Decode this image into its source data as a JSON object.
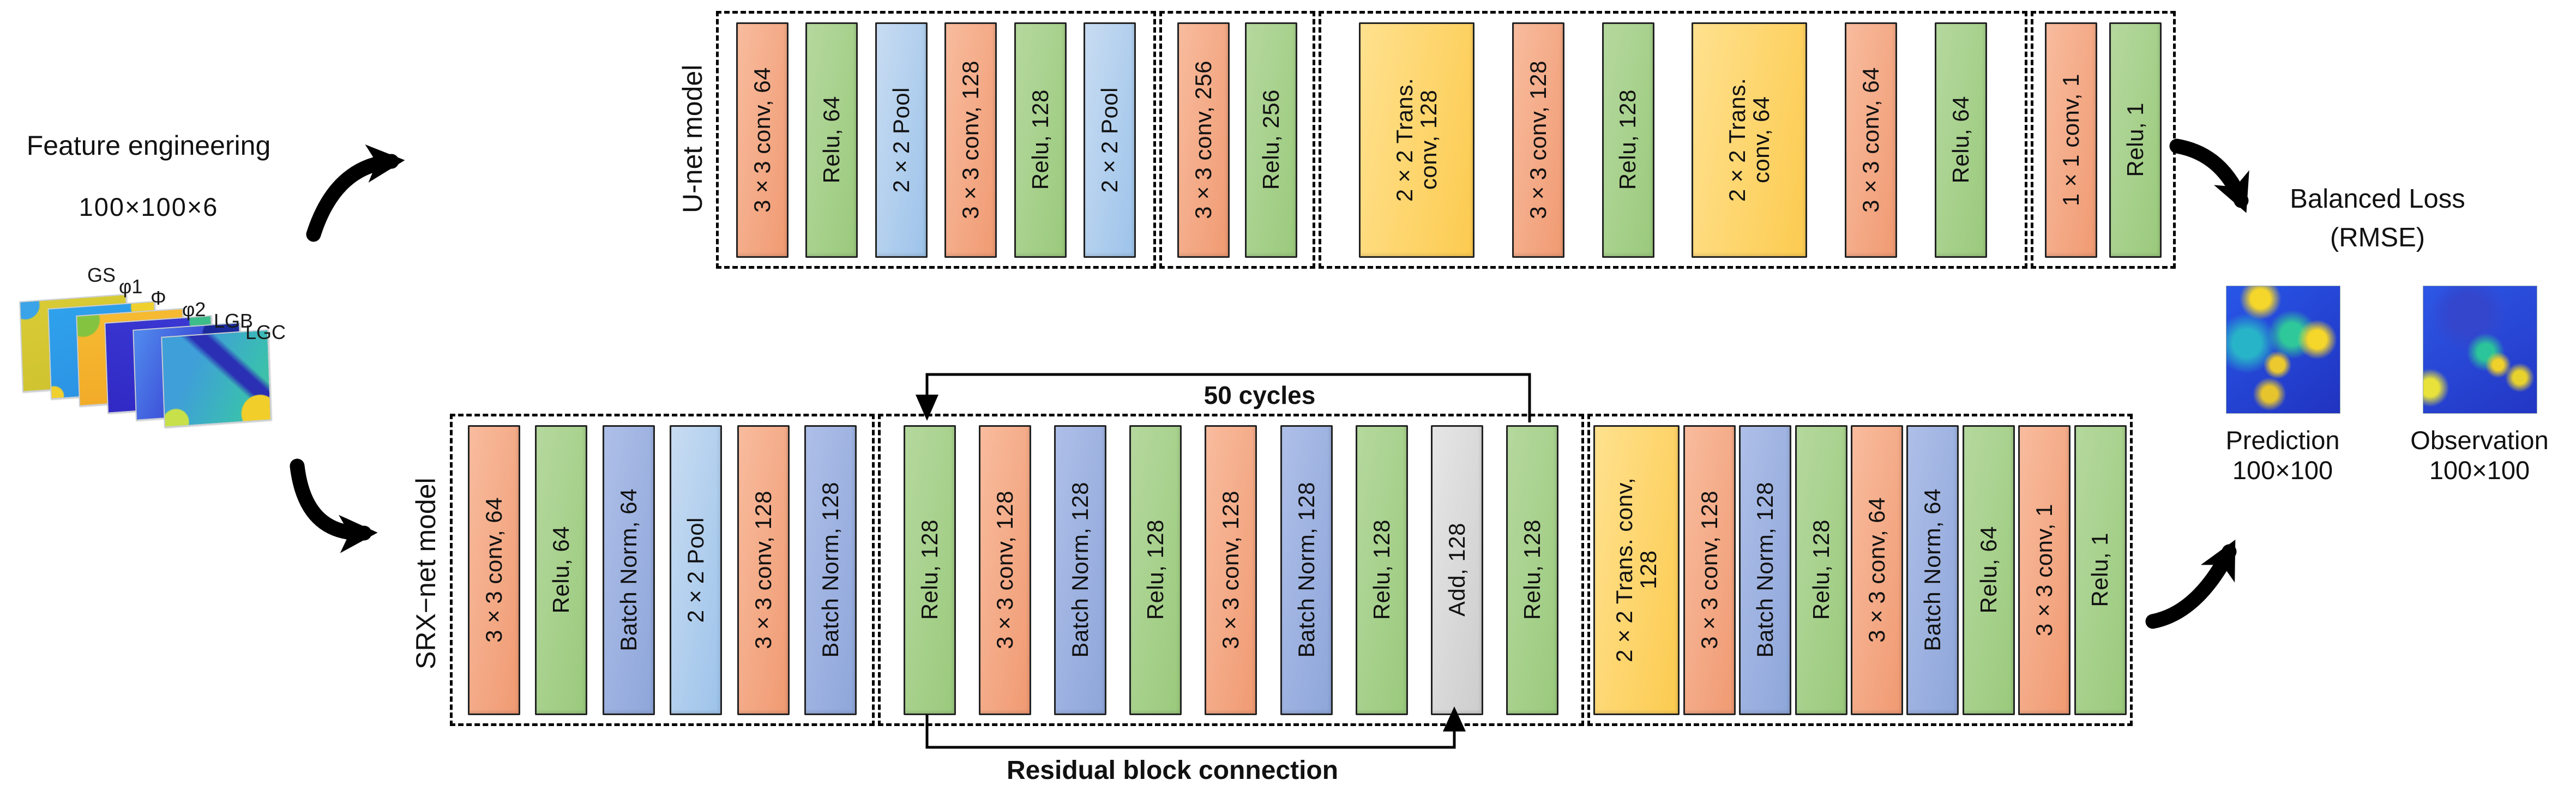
{
  "feature_engineering": {
    "title": "Feature engineering",
    "dims": "100×100×6",
    "layers": [
      {
        "name": "GS",
        "bg": "radial-gradient(circle at 5% 4%, #3ba3e8 0 10%, rgba(0,0,0,0) 11%), linear-gradient(170deg,#d8cb35,#cfc230)"
      },
      {
        "name": "φ1",
        "bg": "radial-gradient(circle at 95% 4%, #f0d02e 0 13%, rgba(0,0,0,0) 14%), radial-gradient(circle at 2% 98%, #f0d02e 0 7%, rgba(0,0,0,0) 8%), linear-gradient(160deg,#2fa2ec,#2b8fe2)"
      },
      {
        "name": "Φ",
        "bg": "radial-gradient(circle at 6% 5%, #84c340 0 12%, rgba(0,0,0,0) 13%), linear-gradient(180deg,#f6ba32,#f2ab28)"
      },
      {
        "name": "φ2",
        "bg": "radial-gradient(circle at 94% 5%, #3dbd8a 0 11%, rgba(0,0,0,0) 12%), linear-gradient(200deg,#3a38d4,#3129c4)"
      },
      {
        "name": "LGB",
        "bg": "radial-gradient(ellipse at 85% 10%, #1b2a9a 0 16%, rgba(0,0,0,0) 17%), linear-gradient(115deg,#4f86ec 5%,#3b49d6 55%,#3347c8 100%)"
      },
      {
        "name": "LGC",
        "bg": "radial-gradient(circle at 90% 92%, #f2ce2a 0 14%, rgba(0,0,0,0) 15%), linear-gradient(45deg, rgba(0,0,0,0) 55%, #2a2fb4 60%, #2a2fb4 68%, rgba(0,0,0,0) 73%), radial-gradient(circle at 10% 96%, #c8e04a 0 10%, rgba(0,0,0,0) 11%), linear-gradient(115deg,#3f9fd8 30%,#3abdb2 75%,#45c69a 100%)"
      }
    ]
  },
  "unet": {
    "label": "U-net model",
    "groups": [
      [
        {
          "label": "3×3 conv, 64",
          "type": "conv"
        },
        {
          "label": "Relu, 64",
          "type": "relu"
        },
        {
          "label": "2×2 Pool",
          "type": "pool"
        },
        {
          "label": "3×3 conv, 128",
          "type": "conv"
        },
        {
          "label": "Relu, 128",
          "type": "relu"
        },
        {
          "label": "2×2 Pool",
          "type": "pool"
        }
      ],
      [
        {
          "label": "3×3 conv, 256",
          "type": "conv"
        },
        {
          "label": "Relu, 256",
          "type": "relu"
        }
      ],
      [
        {
          "label": "2×2 Trans.\nconv, 128",
          "type": "trans",
          "wide": true
        },
        {
          "label": "3×3 conv, 128",
          "type": "conv"
        },
        {
          "label": "Relu, 128",
          "type": "relu"
        },
        {
          "label": "2×2 Trans.\nconv, 64",
          "type": "trans",
          "wide": true
        },
        {
          "label": "3×3 conv, 64",
          "type": "conv"
        },
        {
          "label": "Relu, 64",
          "type": "relu"
        }
      ],
      [
        {
          "label": "1×1 conv, 1",
          "type": "conv"
        },
        {
          "label": "Relu, 1",
          "type": "relu"
        }
      ]
    ]
  },
  "srx": {
    "label": "SRX−net model",
    "cycles_label": "50 cycles",
    "residual_label": "Residual block connection",
    "groups": [
      [
        {
          "label": "3×3 conv, 64",
          "type": "conv"
        },
        {
          "label": "Relu, 64",
          "type": "relu"
        },
        {
          "label": "Batch Norm, 64",
          "type": "bn"
        },
        {
          "label": "2×2 Pool",
          "type": "pool"
        },
        {
          "label": "3×3 conv, 128",
          "type": "conv"
        },
        {
          "label": "Batch Norm, 128",
          "type": "bn"
        }
      ],
      [
        {
          "label": "Relu, 128",
          "type": "relu"
        },
        {
          "label": "3×3 conv, 128",
          "type": "conv"
        },
        {
          "label": "Batch Norm, 128",
          "type": "bn"
        },
        {
          "label": "Relu, 128",
          "type": "relu"
        },
        {
          "label": "3×3 conv, 128",
          "type": "conv"
        },
        {
          "label": "Batch Norm, 128",
          "type": "bn"
        },
        {
          "label": "Relu, 128",
          "type": "relu"
        },
        {
          "label": "Add, 128",
          "type": "add"
        },
        {
          "label": "Relu, 128",
          "type": "relu"
        }
      ],
      [
        {
          "label": "2×2 Trans. conv,\n128",
          "type": "trans",
          "wide": true
        },
        {
          "label": "3×3 conv, 128",
          "type": "conv"
        },
        {
          "label": "Batch Norm, 128",
          "type": "bn"
        },
        {
          "label": "Relu, 128",
          "type": "relu"
        },
        {
          "label": "3×3 conv, 64",
          "type": "conv"
        },
        {
          "label": "Batch Norm, 64",
          "type": "bn"
        },
        {
          "label": "Relu, 64",
          "type": "relu"
        },
        {
          "label": "3×3 conv, 1",
          "type": "conv"
        },
        {
          "label": "Relu, 1",
          "type": "relu"
        }
      ]
    ]
  },
  "loss": {
    "title": "Balanced Loss",
    "subtitle": "(RMSE)",
    "items": [
      {
        "label": "Prediction",
        "dims": "100×100",
        "bg": "radial-gradient(circle at 30% 10%, #f5d62a 0 7%, rgba(0,0,0,0) 15%), radial-gradient(circle at 80% 42%, #f5d62a 0 8%, rgba(0,0,0,0) 17%), radial-gradient(circle at 45% 62%, #ecc92e 0 7%, rgba(0,0,0,0) 14%), radial-gradient(circle at 38% 85%, #e6c42e 0 6%, rgba(0,0,0,0) 13%), radial-gradient(circle at 58% 38%, #2fc89a 0 11%, rgba(0,0,0,0) 24%), radial-gradient(circle at 18% 45%, #28b4c8 0 12%, rgba(0,0,0,0) 26%), linear-gradient(140deg,#2856e8,#2133c0)"
      },
      {
        "label": "Observation",
        "dims": "100×100",
        "bg": "radial-gradient(circle at 66% 62%, #f0d02a 0 5%, rgba(0,0,0,0) 12%), radial-gradient(circle at 6% 80%, #e8e23a 0 6%, rgba(0,0,0,0) 13%), radial-gradient(circle at 85% 72%, #e8d22e 0 5%, rgba(0,0,0,0) 11%), radial-gradient(circle at 55% 52%, #2cc49a 0 9%, rgba(0,0,0,0) 21%), radial-gradient(circle at 40% 22%, #3346cc 0 16%, rgba(0,0,0,0) 32%), linear-gradient(150deg,#2d57e6,#2336c4)"
      }
    ]
  },
  "colors": {
    "conv": [
      "#f8bc9e",
      "#f09a72"
    ],
    "relu": [
      "#b5d89e",
      "#9aca7c"
    ],
    "pool": [
      "#c8dcf2",
      "#9dc3ea"
    ],
    "bn": [
      "#aebfe8",
      "#8ea6da"
    ],
    "trans": [
      "#ffe18e",
      "#fccb50"
    ],
    "add": [
      "#e6e6e6",
      "#cdcdcd"
    ]
  }
}
